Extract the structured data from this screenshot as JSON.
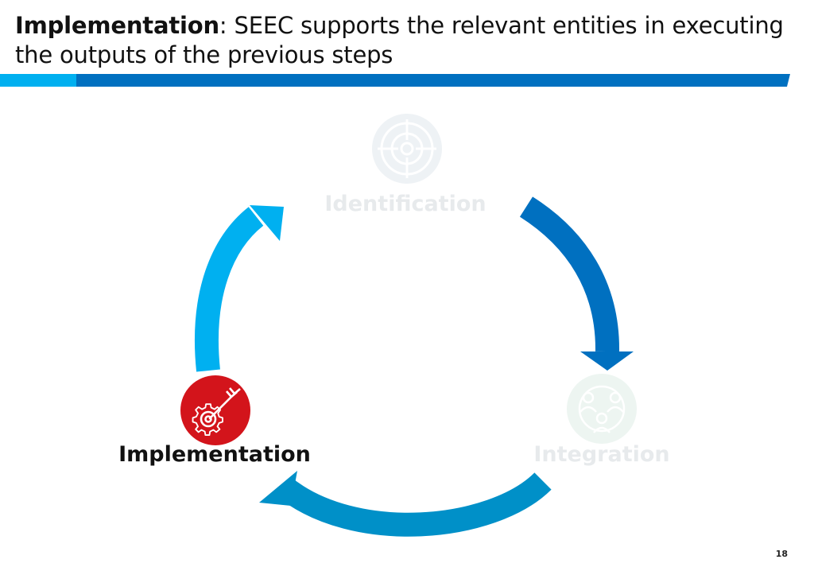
{
  "header": {
    "title_bold": "Implementation",
    "title_rest": ": SEEC supports the relevant entities in executing the outputs of the previous steps"
  },
  "steps": [
    {
      "label": "Identification",
      "icon": "target-icon",
      "state": "inactive"
    },
    {
      "label": "Integration",
      "icon": "people-network-icon",
      "state": "inactive"
    },
    {
      "label": "Implementation",
      "icon": "gear-target-icon",
      "state": "active"
    }
  ],
  "colors": {
    "accent_light": "#00b0f0",
    "accent_dark": "#0070c0",
    "arrow_bottom": "#0090c8",
    "active": "#d3141b",
    "inactive_text": "#e7eaec",
    "inactive_icon_id": "#eef2f5",
    "inactive_icon_int": "#edf5f1"
  },
  "footer": {
    "page_number": "18"
  }
}
